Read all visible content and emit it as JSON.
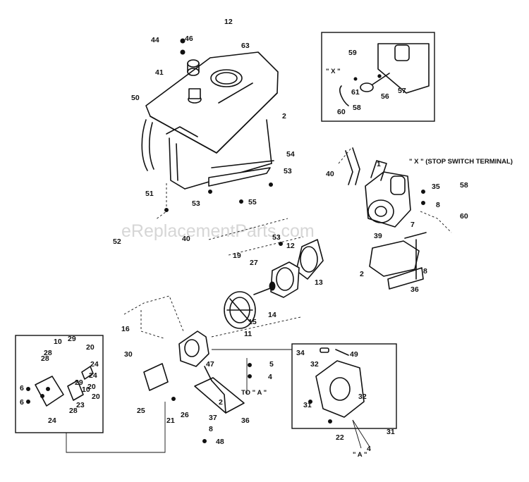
{
  "watermark": "eReplacementParts.com",
  "notes": {
    "stop_switch": "\" X \" (STOP SWITCH TERMINAL)",
    "x_detail": "\" X \"",
    "to_a": "TO \" A \"",
    "a_mark": "\" A \""
  },
  "labels": [
    "44",
    "46",
    "12",
    "63",
    "41",
    "50",
    "2",
    "54",
    "53",
    "53",
    "55",
    "51",
    "40",
    "52",
    "59",
    "61",
    "58",
    "60",
    "56",
    "57",
    "40",
    "1",
    "35",
    "58",
    "8",
    "60",
    "7",
    "39",
    "2",
    "8",
    "36",
    "53",
    "12",
    "13",
    "19",
    "27",
    "14",
    "15",
    "11",
    "16",
    "10",
    "29",
    "20",
    "28",
    "24",
    "20",
    "28",
    "24",
    "28",
    "29",
    "10",
    "20",
    "23",
    "6",
    "6",
    "24",
    "30",
    "25",
    "21",
    "26",
    "47",
    "5",
    "4",
    "36",
    "2",
    "37",
    "8",
    "48",
    "34",
    "49",
    "32",
    "32",
    "31",
    "31",
    "22",
    "4"
  ]
}
